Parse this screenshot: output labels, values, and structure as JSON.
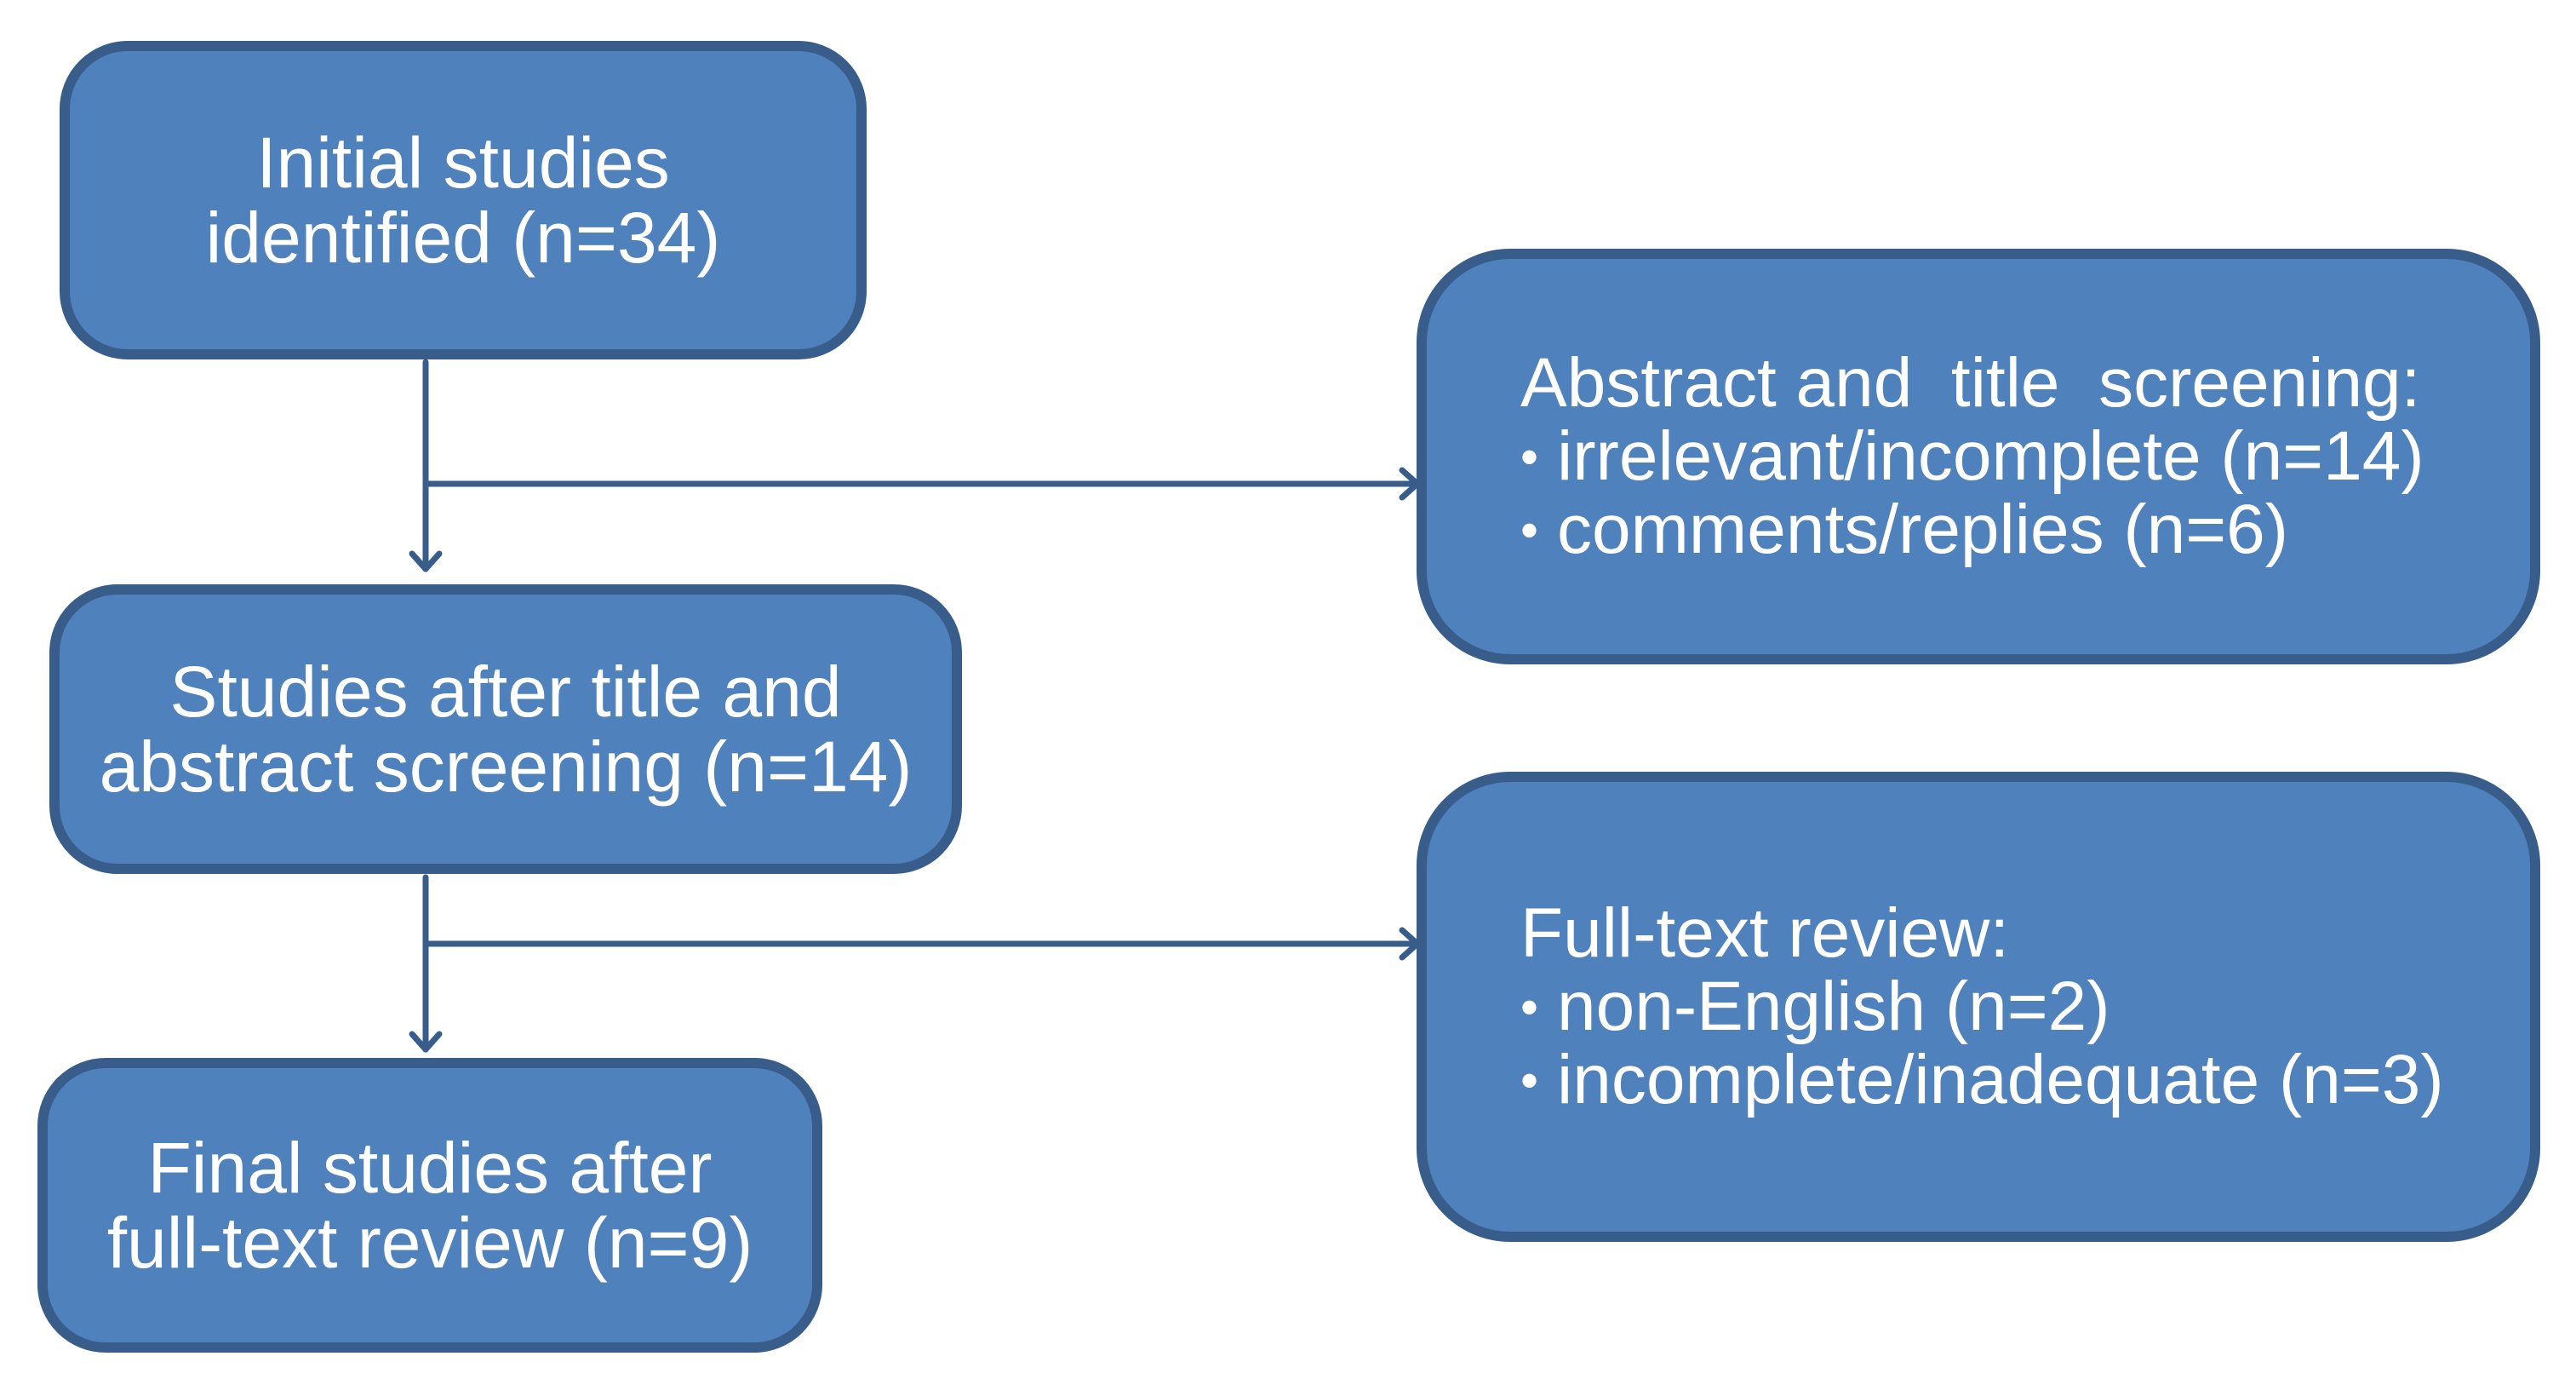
{
  "flow": {
    "initial": {
      "lines": [
        "Initial studies",
        "identified (n=34)"
      ]
    },
    "after_screening": {
      "lines": [
        "Studies after title and",
        "abstract screening (n=14)"
      ]
    },
    "final": {
      "lines": [
        "Final studies after",
        "full-text review (n=9)"
      ]
    }
  },
  "exclusions": {
    "screening": {
      "heading": "Abstract and  title  screening:",
      "bullet": "•",
      "items": [
        "irrelevant/incomplete (n=14)",
        "comments/replies (n=6)"
      ]
    },
    "full_text": {
      "heading": "Full-text review:",
      "bullet": "•",
      "items": [
        "non-English (n=2)",
        "incomplete/inadequate (n=3)"
      ]
    }
  },
  "colors": {
    "box_fill": "#4f81bd",
    "box_border": "#385d8a",
    "connector": "#385d8a",
    "text": "#ffffff"
  }
}
